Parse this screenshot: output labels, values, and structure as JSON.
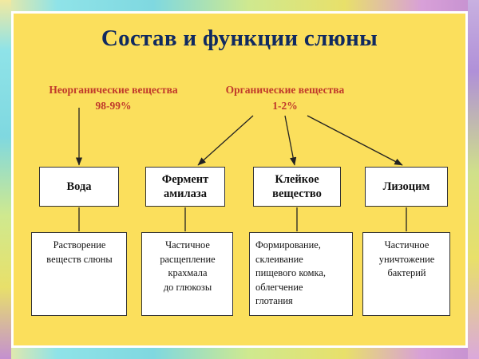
{
  "slide": {
    "title": "Состав и функции слюны",
    "headers": {
      "inorganic": "Неорганические вещества\n98-99%",
      "organic": "Органические вещества\n1-2%"
    },
    "components": [
      {
        "name": "Вода",
        "description": "Растворение\nвеществ слюны"
      },
      {
        "name": "Фермент\nамилаза",
        "description": "Частичное\nрасщепление\nкрахмала\nдо глюкозы"
      },
      {
        "name": "Клейкое\nвещество",
        "description": "Формирование,\nсклеивание\n пищевого  комка,\nоблегчение\nглотания"
      },
      {
        "name": "Лизоцим",
        "description": "Частичное\nуничтожение\nбактерий"
      }
    ],
    "colors": {
      "background": "#fbdf5c",
      "title": "#102a60",
      "header_text": "#c0392b",
      "box_fill": "#ffffff",
      "box_border": "#333333"
    }
  }
}
